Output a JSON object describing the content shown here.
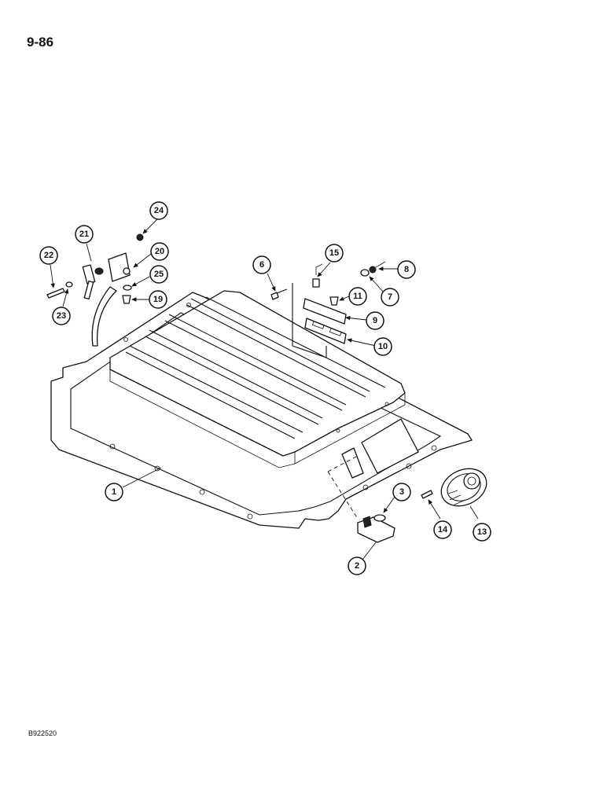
{
  "page": {
    "number": "9-86",
    "figure_code": "B922520"
  },
  "callouts": [
    "1",
    "2",
    "3",
    "6",
    "7",
    "8",
    "9",
    "10",
    "11",
    "13",
    "14",
    "15",
    "19",
    "20",
    "21",
    "22",
    "23",
    "24",
    "25"
  ]
}
